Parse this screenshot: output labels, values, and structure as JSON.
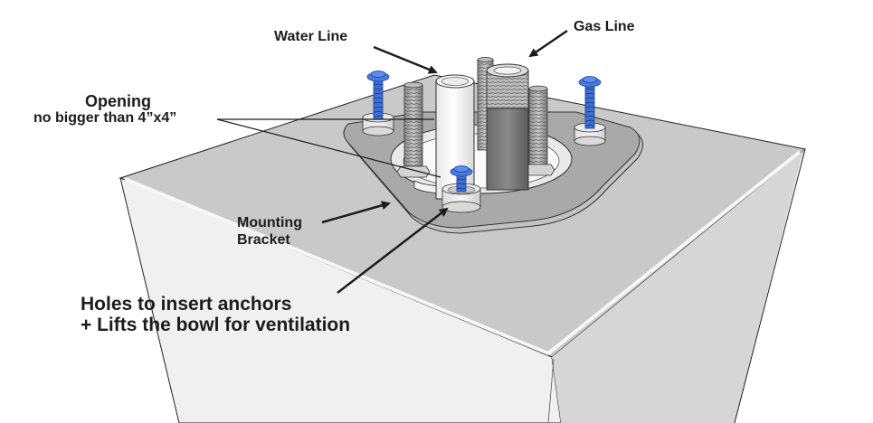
{
  "diagram": {
    "subject": "Fire bowl pedestal with mounting bracket",
    "labels": {
      "water_line": "Water Line",
      "gas_line": "Gas Line",
      "opening_title": "Opening",
      "opening_subtitle": "no bigger than 4”x4”",
      "mounting_bracket_line1": "Mounting",
      "mounting_bracket_line2": "Bracket",
      "holes_line1": "Holes to insert anchors",
      "holes_line2": "+ Lifts the bowl for ventilation"
    },
    "components": [
      {
        "id": "pedestal",
        "name": "Pedestal"
      },
      {
        "id": "mounting-bracket",
        "name": "Mounting Bracket"
      },
      {
        "id": "water-line",
        "name": "Water Line"
      },
      {
        "id": "gas-line",
        "name": "Gas Line"
      },
      {
        "id": "threaded-rod",
        "name": "Threaded Rod",
        "count": 3
      },
      {
        "id": "anchor-screw",
        "name": "Anchor Screw",
        "count": 3
      },
      {
        "id": "spacer",
        "name": "Spacer",
        "count": 3
      },
      {
        "id": "opening",
        "name": "Opening"
      }
    ],
    "colors": {
      "pedestal_top": "#c9c9c9",
      "pedestal_left": "#f0f0f0",
      "pedestal_right": "#d6d6d6",
      "bracket": "#a9a9a9",
      "screw_blue": "#3f6fd6",
      "gas_pipe": "#7a7a7a",
      "water_pipe": "#f3f3f3",
      "label_text": "#1c1c1c"
    }
  }
}
